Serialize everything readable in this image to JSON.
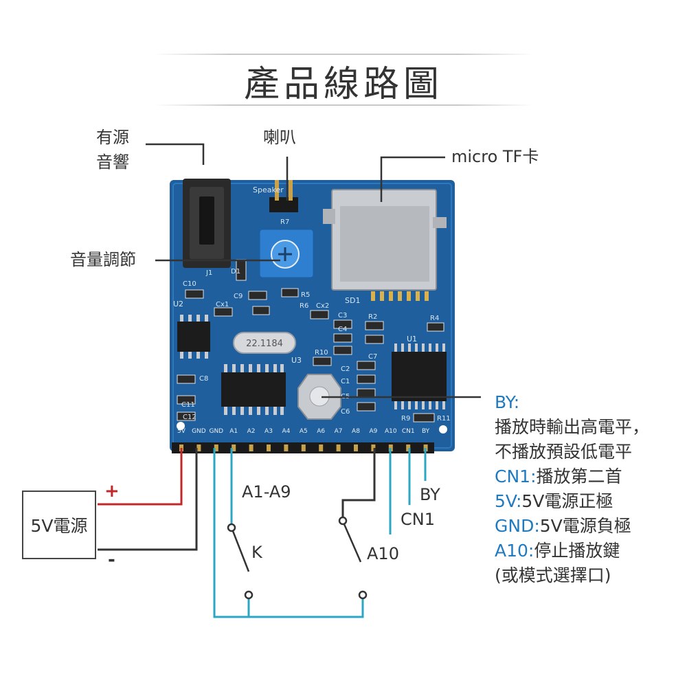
{
  "title": "產品線路圖",
  "labels": {
    "active_speaker_line1": "有源",
    "active_speaker_line2": "音響",
    "speaker": "喇叭",
    "micro_tf": "micro TF卡",
    "volume": "音量調節",
    "a1_a9": "A1-A9",
    "by": "BY",
    "cn1": "CN1",
    "k": "K",
    "a10": "A10",
    "psu": "5V電源",
    "plus": "+",
    "minus": "-"
  },
  "board": {
    "header_pins": [
      "5V",
      "GND",
      "GND",
      "A1",
      "A2",
      "A3",
      "A4",
      "A5",
      "A6",
      "A7",
      "A8",
      "A9",
      "A10",
      "CN1",
      "BY"
    ],
    "silkscreen": {
      "speaker": "Speaker",
      "crystal": "22.1184",
      "sd": "SD1",
      "u1": "U1",
      "u2": "U2",
      "u3": "U3",
      "j1": "J1",
      "c10": "C10",
      "c9": "C9",
      "c8": "C8",
      "c11": "C11",
      "c12": "C12",
      "cx1": "Cx1",
      "cx2": "Cx2",
      "c3": "C3",
      "c4": "C4",
      "c7": "C7",
      "c2": "C2",
      "c1": "C1",
      "c5": "C5",
      "c6": "C6",
      "r2": "R2",
      "r4": "R4",
      "r5": "R5",
      "r6": "R6",
      "r7": "R7",
      "r9": "R9",
      "r10": "R10",
      "r11": "R11",
      "d1": "D1"
    }
  },
  "description": [
    {
      "key": "BY:",
      "text": ""
    },
    {
      "key": "",
      "text": "播放時輸出高電平，"
    },
    {
      "key": "",
      "text": "不播放預設低電平"
    },
    {
      "key": "CN1:",
      "text": "播放第二首"
    },
    {
      "key": "5V:",
      "text": "5V電源正極"
    },
    {
      "key": "GND:",
      "text": "5V電源負極"
    },
    {
      "key": "A10:",
      "text": "停止播放鍵"
    },
    {
      "key": "",
      "text": "(或模式選擇口)"
    }
  ],
  "colors": {
    "pcb": "#1f5f9e",
    "pcb_dark": "#164a7e",
    "wire_red": "#c0282a",
    "wire_dark": "#333333",
    "wire_cyan": "#2ba7c4",
    "label_blue": "#1f7ac0"
  }
}
